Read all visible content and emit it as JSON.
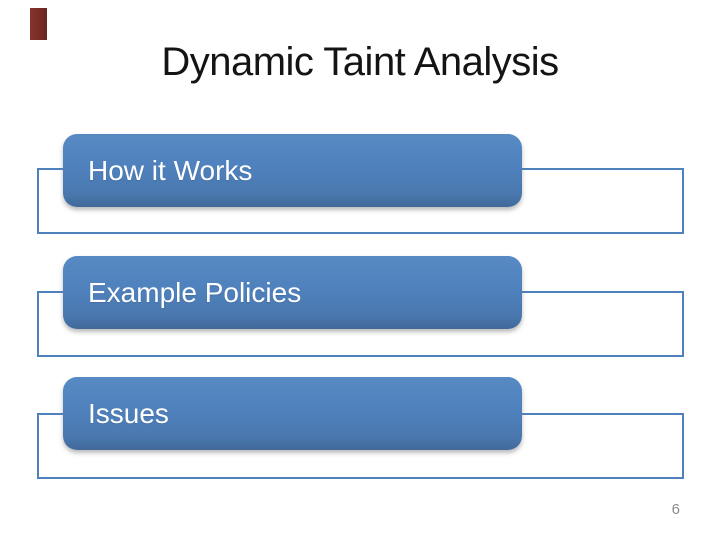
{
  "slide": {
    "title": "Dynamic Taint Analysis",
    "items": [
      {
        "label": "How it Works"
      },
      {
        "label": "Example Policies"
      },
      {
        "label": "Issues"
      }
    ],
    "page_number": "6",
    "colors": {
      "background": "#ffffff",
      "title_text": "#141414",
      "box_fill": "#4f81bd",
      "box_text": "#ffffff",
      "bracket_line": "#4f81bd",
      "accent_bar": "#7a2b26",
      "page_number_text": "#8c8c8c"
    }
  }
}
